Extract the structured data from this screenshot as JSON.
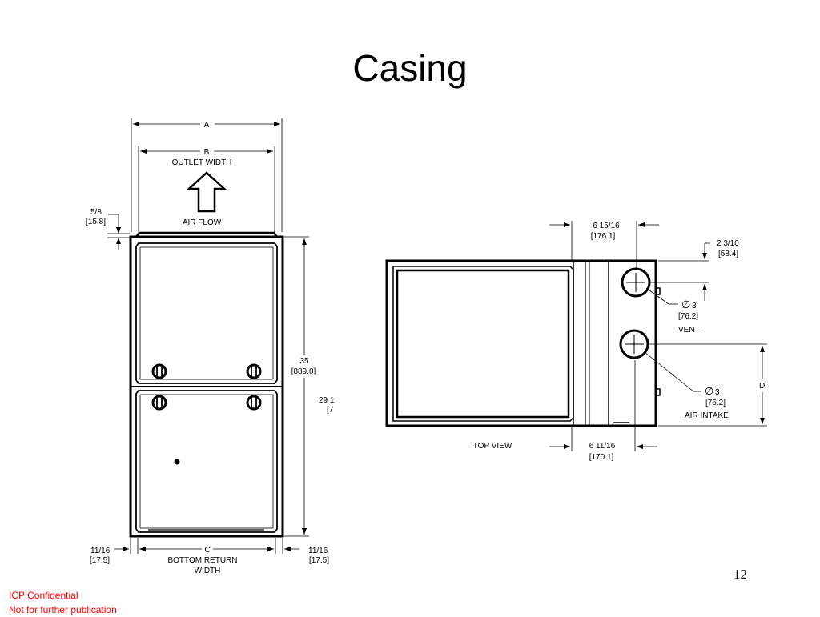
{
  "slide": {
    "title": "Casing",
    "page_number": "12",
    "footer": {
      "line1": "ICP Confidential",
      "line2": "Not for further publication"
    }
  },
  "front_view": {
    "dim_a": "A",
    "dim_b": "B",
    "outlet_width": "OUTLET WIDTH",
    "air_flow": "AIR FLOW",
    "top_offset_in": "5/8",
    "top_offset_mm": "[15.8]",
    "height_in": "35",
    "height_mm": "[889.0]",
    "side_in": "29 1",
    "side_mm": "[7",
    "left_offset_in": "11/16",
    "left_offset_mm": "[17.5]",
    "dim_c": "C",
    "bottom_return_1": "BOTTOM RETURN",
    "bottom_return_2": "WIDTH",
    "right_offset_in": "11/16",
    "right_offset_mm": "[17.5]"
  },
  "top_view": {
    "label": "TOP VIEW",
    "top_dim_in": "6 15/16",
    "top_dim_mm": "[176.1]",
    "edge_dim_in": "2 3/10",
    "edge_dim_mm": "[58.4]",
    "vent_dia_symbol": "∅",
    "vent_dia_in": "3",
    "vent_dia_mm": "[76.2]",
    "vent_label": "VENT",
    "dim_d": "D",
    "intake_dia_symbol": "∅",
    "intake_dia_in": "3",
    "intake_dia_mm": "[76.2]",
    "intake_label": "AIR INTAKE",
    "bottom_dim_in": "6 11/16",
    "bottom_dim_mm": "[170.1]"
  }
}
